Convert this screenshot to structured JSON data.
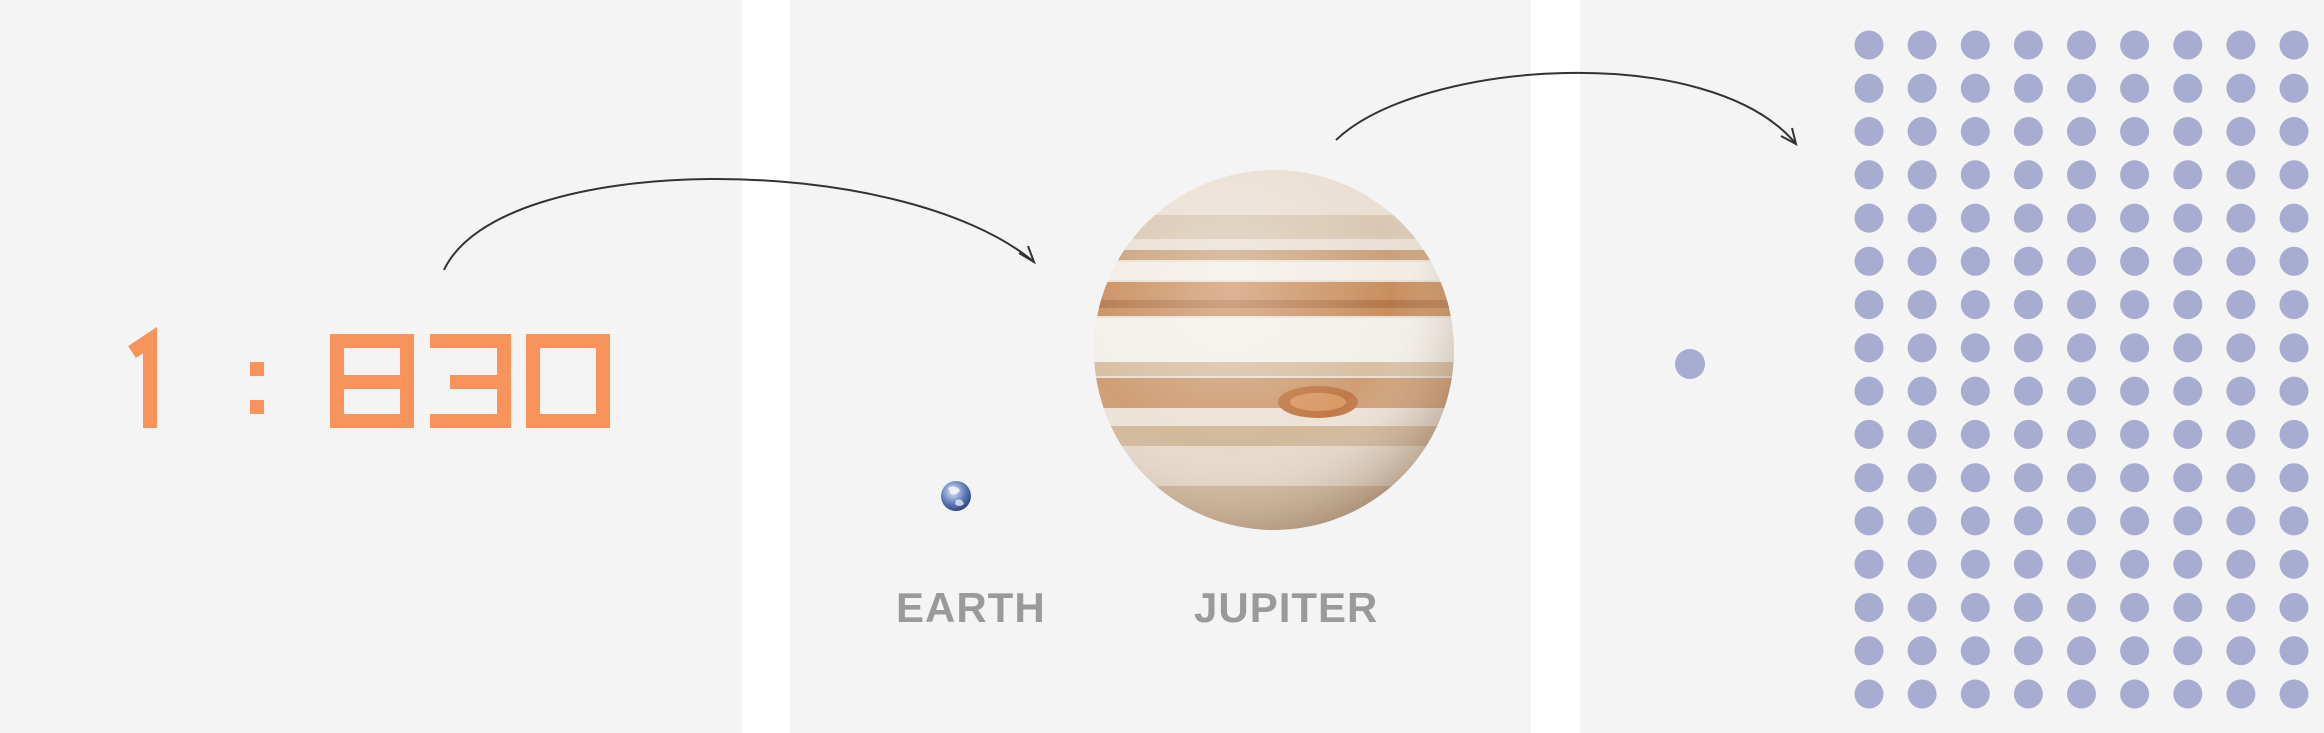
{
  "ratio": {
    "left": "1",
    "separator": ":",
    "right": "830"
  },
  "labels": {
    "earth": "EARTH",
    "jupiter": "JUPITER"
  },
  "dot_grid": {
    "rows": 16,
    "columns": 9
  },
  "colors": {
    "ratio": "#f7935b",
    "dot": "#a7acd0",
    "label": "#9a9a9a",
    "panel": "#f4f4f4",
    "arrow": "#333333"
  }
}
